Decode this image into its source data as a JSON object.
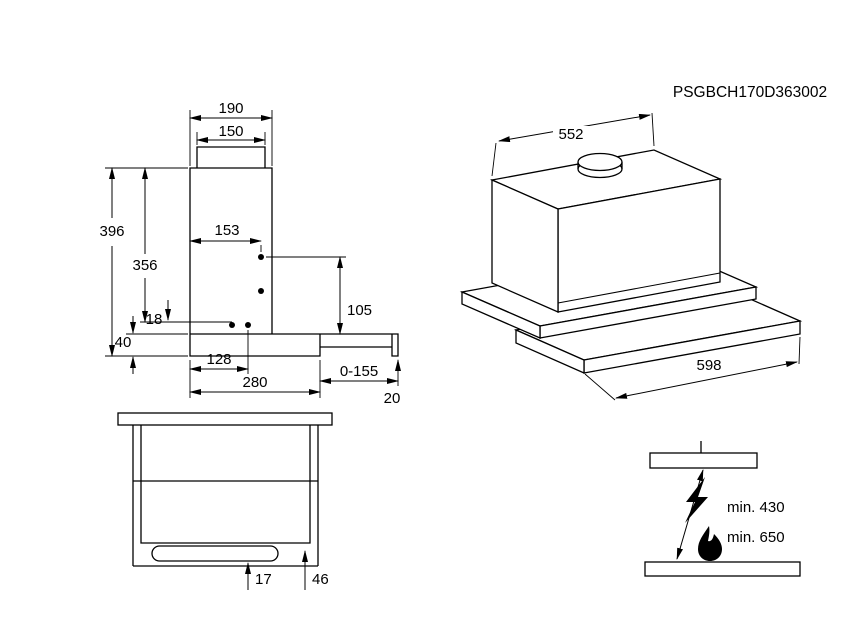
{
  "product_code": "PSGBCH170D363002",
  "side_view": {
    "top_width": "190",
    "collar_width": "150",
    "total_height": "396",
    "upper_height": "356",
    "hole_offset_h": "153",
    "hole_offset_v": "105",
    "bracket_gap": "18",
    "body_front_height": "40",
    "hole_depth": "128",
    "body_depth": "280",
    "extension_range": "0-155",
    "lip_height": "20"
  },
  "iso_view": {
    "body_width": "552",
    "visor_width": "598"
  },
  "front_view": {
    "handle_recess_depth": "17",
    "front_panel_height": "46"
  },
  "clearance": {
    "electric_min": "min. 430",
    "gas_min": "min. 650"
  }
}
